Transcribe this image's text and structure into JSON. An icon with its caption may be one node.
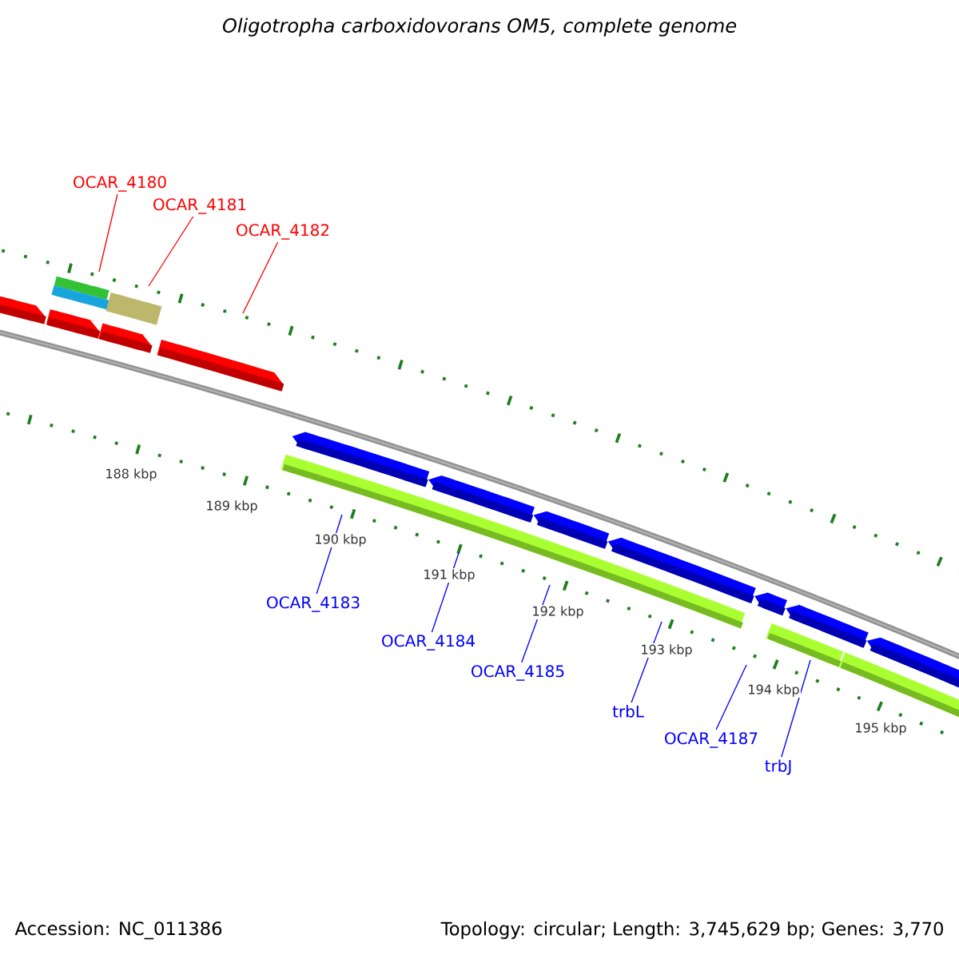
{
  "diagram": {
    "title": "Oligotropha carboxidovorans OM5, complete genome",
    "nodes": [
      {
        "text": [
          "OCAR_4180"
        ]
      },
      {
        "text": [
          "OCAR_4181"
        ]
      },
      {
        "text": [
          "OCAR_4182"
        ]
      },
      {
        "text": [
          "OCAR_4183"
        ]
      },
      {
        "text": [
          "OCAR_4184"
        ]
      },
      {
        "text": [
          "OCAR_4185"
        ]
      },
      {
        "text": [
          "trbL"
        ]
      },
      {
        "text": [
          "OCAR_4187"
        ]
      },
      {
        "text": [
          "trbJ"
        ]
      }
    ],
    "edges": [
      {
        "from": 0,
        "to": null,
        "arrow": "none",
        "color": "#ff0000"
      },
      {
        "from": 1,
        "to": null,
        "arrow": "none",
        "color": "#ff0000"
      },
      {
        "from": 2,
        "to": null,
        "arrow": "none",
        "color": "#ff0000"
      },
      {
        "from": 3,
        "to": null,
        "arrow": "none"
      },
      {
        "from": 4,
        "to": null,
        "arrow": "none"
      },
      {
        "from": 5,
        "to": null,
        "arrow": "none"
      },
      {
        "from": 6,
        "to": null,
        "arrow": "none"
      },
      {
        "from": 7,
        "to": null,
        "arrow": "none"
      },
      {
        "from": 8,
        "to": null,
        "arrow": "none"
      }
    ],
    "labels": [
      "188 kbp",
      "189 kbp",
      "190 kbp",
      "191 kbp",
      "192 kbp",
      "193 kbp",
      "194 kbp",
      "195 kbp",
      "Accession: NC_011386",
      "Topology: circular; Length: 3,745,629 bp; Genes: 3,770"
    ]
  }
}
